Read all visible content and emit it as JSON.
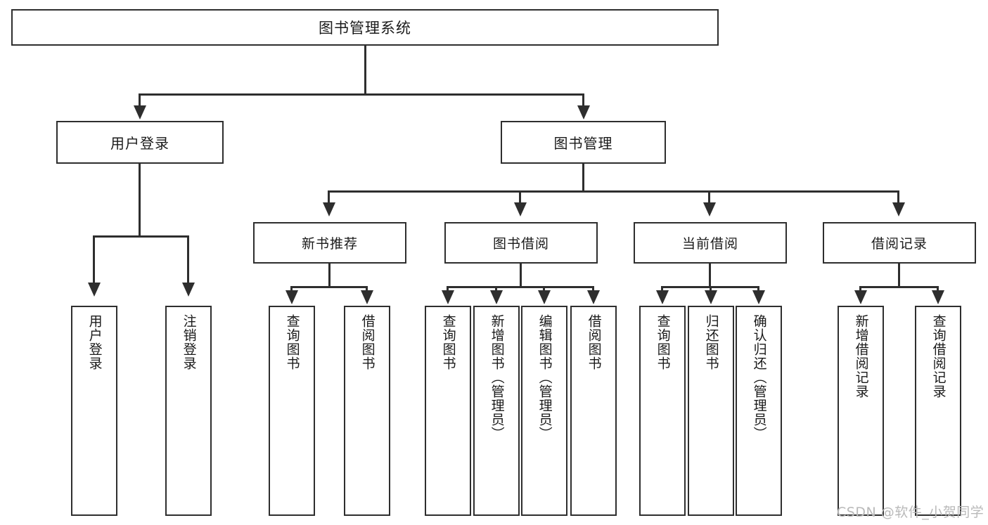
{
  "diagram": {
    "type": "tree-hierarchy",
    "root": {
      "label": "图书管理系统"
    },
    "level1": [
      {
        "label": "用户登录"
      },
      {
        "label": "图书管理"
      }
    ],
    "level2": [
      {
        "label": "新书推荐"
      },
      {
        "label": "图书借阅"
      },
      {
        "label": "当前借阅"
      },
      {
        "label": "借阅记录"
      }
    ],
    "leaves": [
      {
        "label": "用户登录"
      },
      {
        "label": "注销登录"
      },
      {
        "label": "查询图书"
      },
      {
        "label": "借阅图书"
      },
      {
        "label": "查询图书"
      },
      {
        "label": "新增图书（管理员）"
      },
      {
        "label": "编辑图书（管理员）"
      },
      {
        "label": "借阅图书"
      },
      {
        "label": "查询图书"
      },
      {
        "label": "归还图书"
      },
      {
        "label": "确认归还（管理员）"
      },
      {
        "label": "新增借阅记录"
      },
      {
        "label": "查询借阅记录"
      }
    ]
  },
  "watermark": {
    "text": "CSDN @软件_小贺同学"
  },
  "colors": {
    "line": "#2e2e2e",
    "box_border": "#2e2e2e",
    "background": "#ffffff",
    "text": "#1a1a1a",
    "watermark": "#b9b9b9"
  }
}
